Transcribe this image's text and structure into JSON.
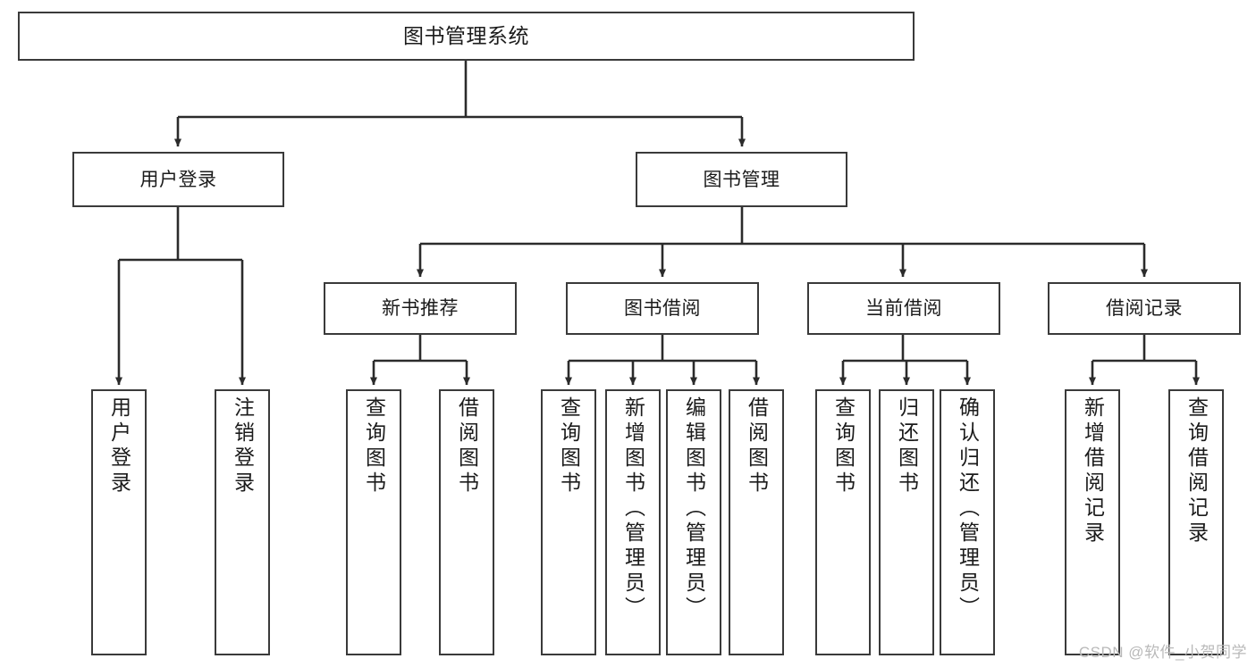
{
  "diagram": {
    "title": "图书管理系统",
    "watermark": "CSDN @软件_小贺同学",
    "colors": {
      "box_border": "#3a3a3a",
      "box_fill": "#ffffff",
      "edge": "#2b2b2b",
      "text": "#1b1b1b",
      "watermark": "#b9b9b9",
      "background": "#ffffff"
    },
    "root": {
      "label": "图书管理系统"
    },
    "level2": [
      {
        "label": "用户登录"
      },
      {
        "label": "图书管理"
      }
    ],
    "level3": [
      {
        "label": "新书推荐"
      },
      {
        "label": "图书借阅"
      },
      {
        "label": "当前借阅"
      },
      {
        "label": "借阅记录"
      }
    ],
    "leaves": {
      "user_login": [
        {
          "label": "用户登录"
        },
        {
          "label": "注销登录"
        }
      ],
      "new_book": [
        {
          "label": "查询图书"
        },
        {
          "label": "借阅图书"
        }
      ],
      "book_borrow": [
        {
          "label": "查询图书"
        },
        {
          "label": "新增图书（管理员）"
        },
        {
          "label": "编辑图书（管理员）"
        },
        {
          "label": "借阅图书"
        }
      ],
      "current_borrow": [
        {
          "label": "查询图书"
        },
        {
          "label": "归还图书"
        },
        {
          "label": "确认归还（管理员）"
        }
      ],
      "borrow_record": [
        {
          "label": "新增借阅记录"
        },
        {
          "label": "查询借阅记录"
        }
      ]
    }
  }
}
